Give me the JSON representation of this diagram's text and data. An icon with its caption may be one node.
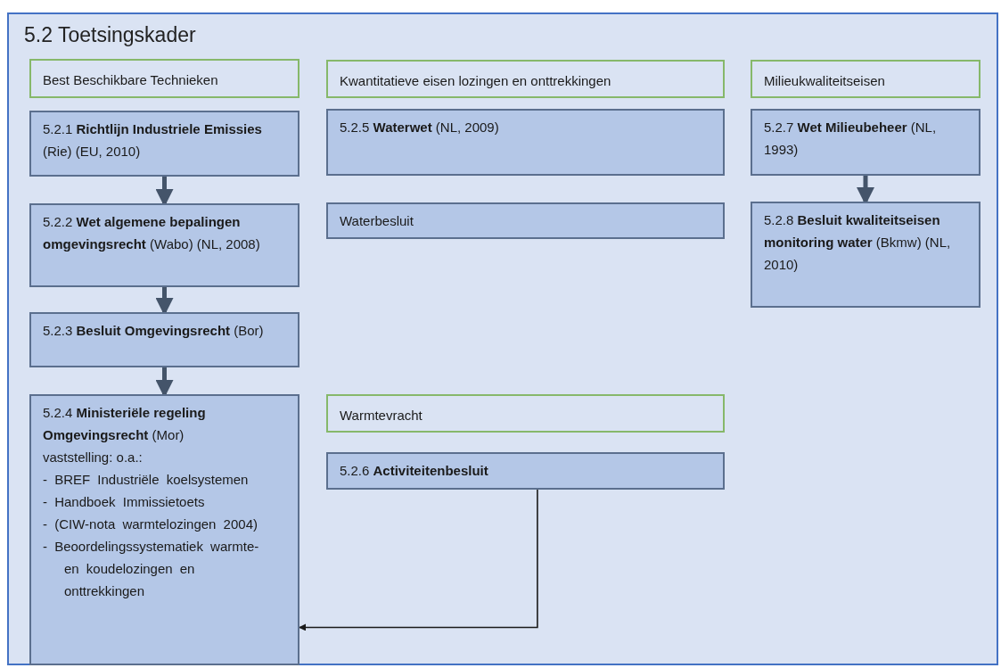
{
  "diagram": {
    "nodes": [
      {
        "text": [
          "5.2 Toetsingskader"
        ]
      },
      {
        "text": [
          "Best Beschikbare Technieken"
        ],
        "in": 0
      },
      {
        "text": [
          "Kwantitatieve eisen lozingen en onttrekkingen"
        ],
        "in": 0
      },
      {
        "text": [
          "Milieukwaliteitseisen"
        ],
        "in": 0
      },
      {
        "text": [
          "5.2.1 **Richtlijn Industriele Emissies** (Rie) (EU, 2010)"
        ],
        "in": 0
      },
      {
        "text": [
          "5.2.5 **Waterwet** (NL, 2009)"
        ],
        "in": 0
      },
      {
        "text": [
          "5.2.7 **Wet Milieubeheer** (NL, 1993)"
        ],
        "in": 0
      },
      {
        "text": [
          "5.2.2 **Wet algemene bepalingen omgevingsrecht** (Wabo) (NL, 2008)"
        ],
        "in": 0
      },
      {
        "text": [
          "Waterbesluit"
        ],
        "in": 0
      },
      {
        "text": [
          "5.2.8 **Besluit kwaliteitseisen monitoring water** (Bkmw) (NL, 2010)"
        ],
        "in": 0
      },
      {
        "text": [
          "5.2.3 **Besluit Omgevingsrecht** (Bor)"
        ],
        "in": 0
      },
      {
        "text": [
          "5.2.4 **Ministeriële regeling Omgevingsrecht** (Mor)",
          "vaststelling: o.a.:",
          "- BREF Industriële koelsystemen",
          "- Handboek Immissietoets",
          "- (CIW-nota warmtelozingen 2004)",
          "- Beoordelingssystematiek warmte- en koudelozingen en onttrekkingen"
        ],
        "in": 0
      },
      {
        "text": [
          "Warmtevracht"
        ],
        "in": 0
      },
      {
        "text": [
          "5.2.6 **Activiteitenbesluit**"
        ],
        "in": 0
      }
    ],
    "edges": [
      {
        "from": 4,
        "to": 7,
        "arrow": "to"
      },
      {
        "from": 7,
        "to": 10,
        "arrow": "to"
      },
      {
        "from": 10,
        "to": 11,
        "arrow": "to"
      },
      {
        "from": 6,
        "to": 9,
        "arrow": "to"
      },
      {
        "from": 13,
        "to": 11,
        "arrow": "to",
        "color": "#1a1a1a"
      }
    ]
  }
}
